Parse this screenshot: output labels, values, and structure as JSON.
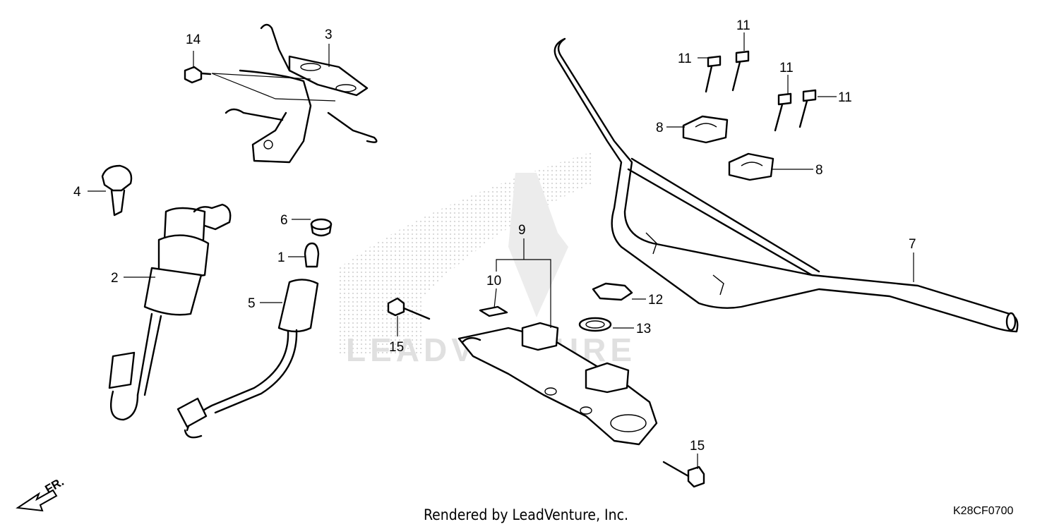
{
  "footer": {
    "credit": "Rendered by LeadVenture, Inc.",
    "diagram_code": "K28CF0700"
  },
  "watermark": {
    "text": "LEADVENTURE"
  },
  "direction": {
    "label": "FR."
  },
  "callouts": {
    "c1": "1",
    "c2": "2",
    "c3": "3",
    "c4": "4",
    "c5": "5",
    "c6": "6",
    "c7": "7",
    "c8a": "8",
    "c8b": "8",
    "c9": "9",
    "c10": "10",
    "c11a": "11",
    "c11b": "11",
    "c11c": "11",
    "c11d": "11",
    "c12": "12",
    "c13": "13",
    "c14": "14",
    "c15a": "15",
    "c15b": "15"
  }
}
